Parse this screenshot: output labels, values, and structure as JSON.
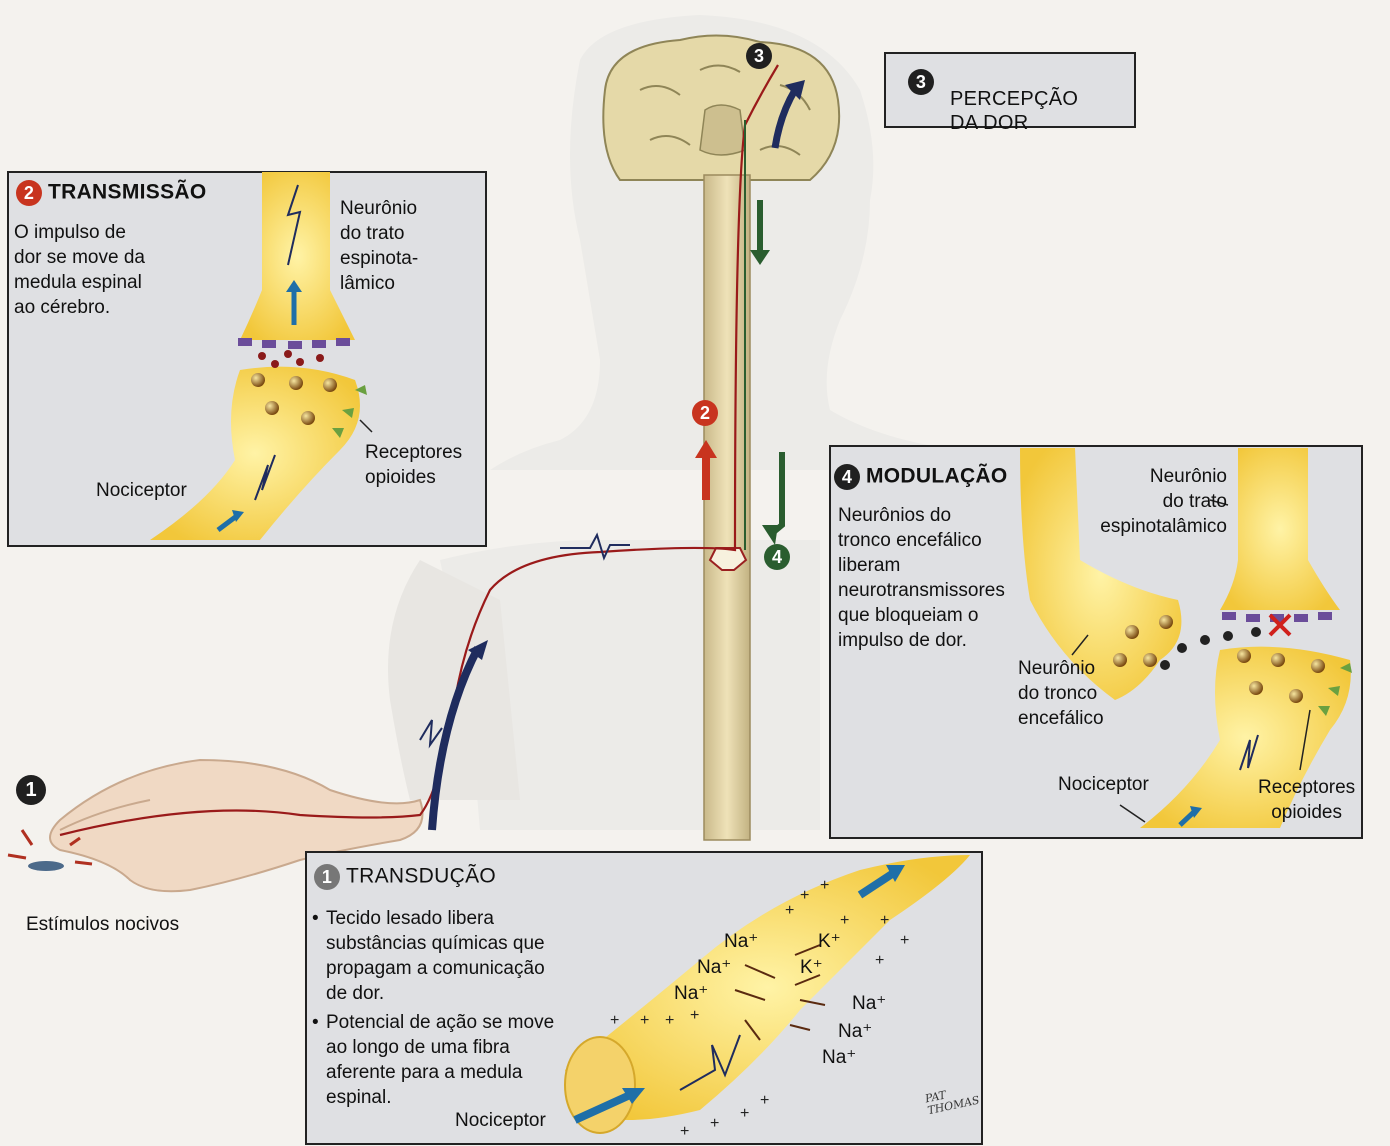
{
  "transmission": {
    "number": "2",
    "title": "TRANSMISSÃO",
    "description": "O impulso de\ndor se move da\nmedula espinal\nao cérebro.",
    "neuron_label": "Neurônio\ndo trato\nespinota-\nlâmico",
    "opioid_label": "Receptores\nopioides",
    "nociceptor_label": "Nociceptor"
  },
  "perception": {
    "number": "3",
    "title": "PERCEPÇÃO\nDA DOR"
  },
  "modulation": {
    "number": "4",
    "title": "MODULAÇÃO",
    "description": "Neurônios do\ntronco encefálico\nliberam\nneurotransmissores\nque bloqueiam o\nimpulso de dor.",
    "spinothalamic_label": "Neurônio\ndo trato\nespinotalâmico",
    "brainstem_label": "Neurônio\ndo tronco\nencefálico",
    "nociceptor_label": "Nociceptor",
    "opioid_label": "Receptores\nopioides"
  },
  "transduction": {
    "number": "1",
    "title": "TRANSDUÇÃO",
    "bullet1": "Tecido lesado libera\nsubstâncias químicas que\npropagam a comunicação\nde dor.",
    "bullet2": "Potencial de ação se move\nao longo de uma fibra\naferente para a medula\nespinal.",
    "nociceptor_label": "Nociceptor",
    "ions": {
      "na1": "Na⁺",
      "na2": "Na⁺",
      "na3": "Na⁺",
      "k1": "K⁺",
      "k2": "K⁺",
      "na4": "Na⁺",
      "na5": "Na⁺",
      "na6": "Na⁺"
    },
    "signature": "PAT\nTHOMAS"
  },
  "stimulus": {
    "number": "1",
    "label": "Estímulos nocivos"
  },
  "markers": {
    "brain_3": "3",
    "spine_2": "2",
    "spine_4": "4"
  },
  "colors": {
    "panel": "#dfe0e3",
    "neuron": "#f6d44a",
    "ascending": "#c8341f",
    "descending": "#2a5d2f",
    "action_arrow": "#2a3e7a"
  }
}
